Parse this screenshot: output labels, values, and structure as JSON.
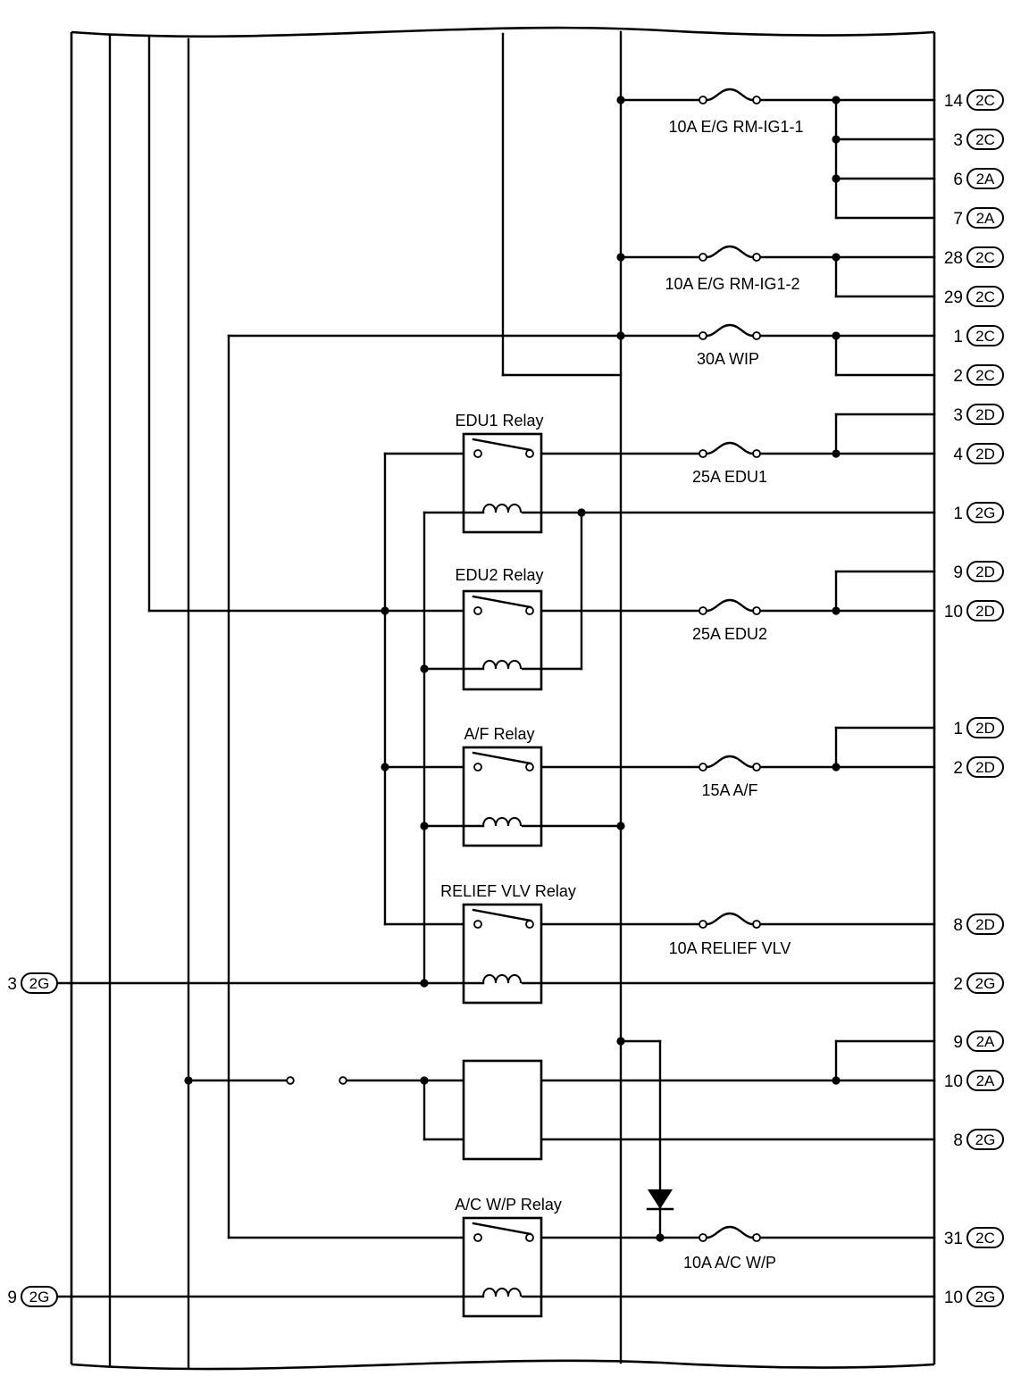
{
  "fuses": {
    "eg_rm_ig1_1": "10A E/G RM-IG1-1",
    "eg_rm_ig1_2": "10A E/G RM-IG1-2",
    "wip": "30A WIP",
    "edu1": "25A EDU1",
    "edu2": "25A EDU2",
    "af": "15A A/F",
    "relief_vlv": "10A RELIEF VLV",
    "ac_wp": "10A A/C W/P"
  },
  "relays": {
    "edu1": "EDU1 Relay",
    "edu2": "EDU2 Relay",
    "af": "A/F Relay",
    "relief_vlv": "RELIEF VLV Relay",
    "ac_wp": "A/C W/P Relay"
  },
  "right_pins": [
    {
      "pin": "14",
      "conn": "2C"
    },
    {
      "pin": "3",
      "conn": "2C"
    },
    {
      "pin": "6",
      "conn": "2A"
    },
    {
      "pin": "7",
      "conn": "2A"
    },
    {
      "pin": "28",
      "conn": "2C"
    },
    {
      "pin": "29",
      "conn": "2C"
    },
    {
      "pin": "1",
      "conn": "2C"
    },
    {
      "pin": "2",
      "conn": "2C"
    },
    {
      "pin": "3",
      "conn": "2D"
    },
    {
      "pin": "4",
      "conn": "2D"
    },
    {
      "pin": "1",
      "conn": "2G"
    },
    {
      "pin": "9",
      "conn": "2D"
    },
    {
      "pin": "10",
      "conn": "2D"
    },
    {
      "pin": "1",
      "conn": "2D"
    },
    {
      "pin": "2",
      "conn": "2D"
    },
    {
      "pin": "8",
      "conn": "2D"
    },
    {
      "pin": "2",
      "conn": "2G"
    },
    {
      "pin": "9",
      "conn": "2A"
    },
    {
      "pin": "10",
      "conn": "2A"
    },
    {
      "pin": "8",
      "conn": "2G"
    },
    {
      "pin": "31",
      "conn": "2C"
    },
    {
      "pin": "10",
      "conn": "2G"
    }
  ],
  "left_pins": [
    {
      "pin": "3",
      "conn": "2G"
    },
    {
      "pin": "9",
      "conn": "2G"
    }
  ]
}
